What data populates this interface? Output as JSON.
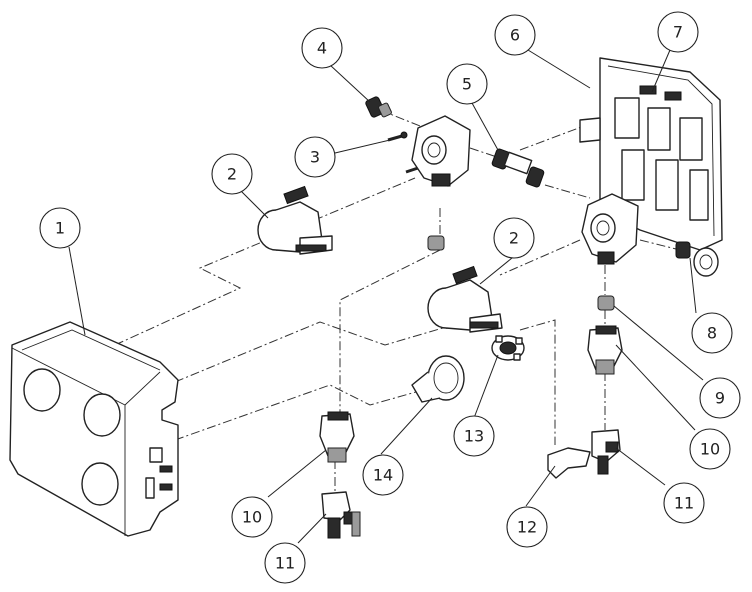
{
  "callouts": {
    "c1": "1",
    "c2a": "2",
    "c2b": "2",
    "c3": "3",
    "c4": "4",
    "c5": "5",
    "c6": "6",
    "c7": "7",
    "c8": "8",
    "c9": "9",
    "c10a": "10",
    "c10b": "10",
    "c11a": "11",
    "c11b": "11",
    "c12": "12",
    "c13": "13",
    "c14": "14"
  }
}
